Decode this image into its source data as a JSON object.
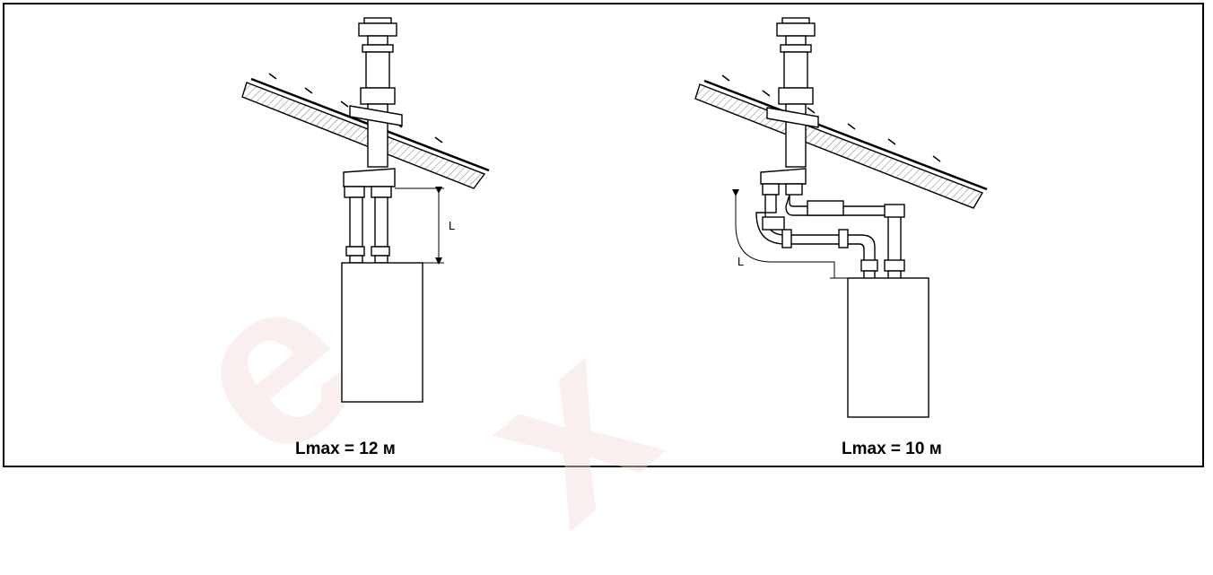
{
  "diagrams": [
    {
      "dimension_label": "L",
      "caption": "Lmax = 12 м"
    },
    {
      "dimension_label": "L",
      "caption": "Lmax = 10 м"
    }
  ],
  "colors": {
    "line": "#000000",
    "roof_hatch": "#888888",
    "watermark": "#f6dcdc",
    "background": "#ffffff"
  }
}
